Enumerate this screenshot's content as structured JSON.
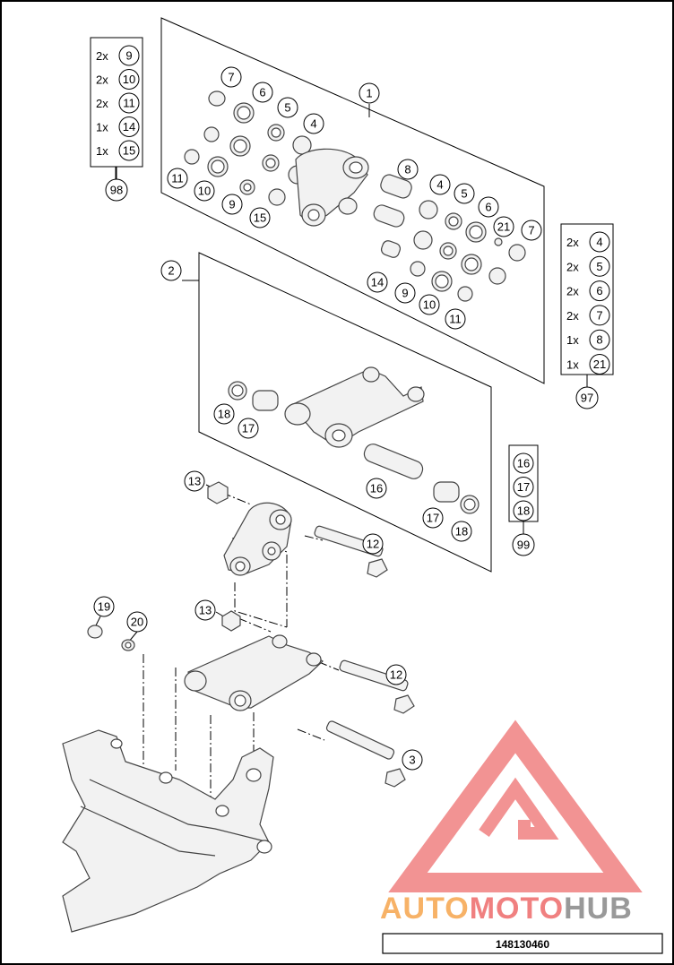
{
  "colors": {
    "line": "#000000",
    "part_fill": "#f2f2f2",
    "part_stroke": "#444444",
    "logo_red": "#f08080",
    "logo_orange": "#f7b267",
    "logo_gray": "#999999"
  },
  "kit_98": {
    "ref": "98",
    "items": [
      {
        "qty": "2x",
        "part": "9"
      },
      {
        "qty": "2x",
        "part": "10"
      },
      {
        "qty": "2x",
        "part": "11"
      },
      {
        "qty": "1x",
        "part": "14"
      },
      {
        "qty": "1x",
        "part": "15"
      }
    ]
  },
  "kit_97": {
    "ref": "97",
    "items": [
      {
        "qty": "2x",
        "part": "4"
      },
      {
        "qty": "2x",
        "part": "5"
      },
      {
        "qty": "2x",
        "part": "6"
      },
      {
        "qty": "2x",
        "part": "7"
      },
      {
        "qty": "1x",
        "part": "8"
      },
      {
        "qty": "1x",
        "part": "21"
      }
    ]
  },
  "kit_99": {
    "ref": "99",
    "items": [
      {
        "part": "16"
      },
      {
        "part": "17"
      },
      {
        "part": "18"
      }
    ]
  },
  "callouts": [
    {
      "n": "1"
    },
    {
      "n": "7"
    },
    {
      "n": "6"
    },
    {
      "n": "5"
    },
    {
      "n": "4"
    },
    {
      "n": "11"
    },
    {
      "n": "10"
    },
    {
      "n": "9"
    },
    {
      "n": "15"
    },
    {
      "n": "8"
    },
    {
      "n": "4"
    },
    {
      "n": "5"
    },
    {
      "n": "6"
    },
    {
      "n": "21"
    },
    {
      "n": "7"
    },
    {
      "n": "14"
    },
    {
      "n": "9"
    },
    {
      "n": "10"
    },
    {
      "n": "11"
    },
    {
      "n": "2"
    },
    {
      "n": "18"
    },
    {
      "n": "17"
    },
    {
      "n": "16"
    },
    {
      "n": "17"
    },
    {
      "n": "18"
    },
    {
      "n": "13"
    },
    {
      "n": "12"
    },
    {
      "n": "13"
    },
    {
      "n": "19"
    },
    {
      "n": "20"
    },
    {
      "n": "12"
    },
    {
      "n": "3"
    }
  ],
  "logo": {
    "part1": "AUTO",
    "part2": "MOTO",
    "part3": "HUB"
  },
  "document_number": "148130460"
}
